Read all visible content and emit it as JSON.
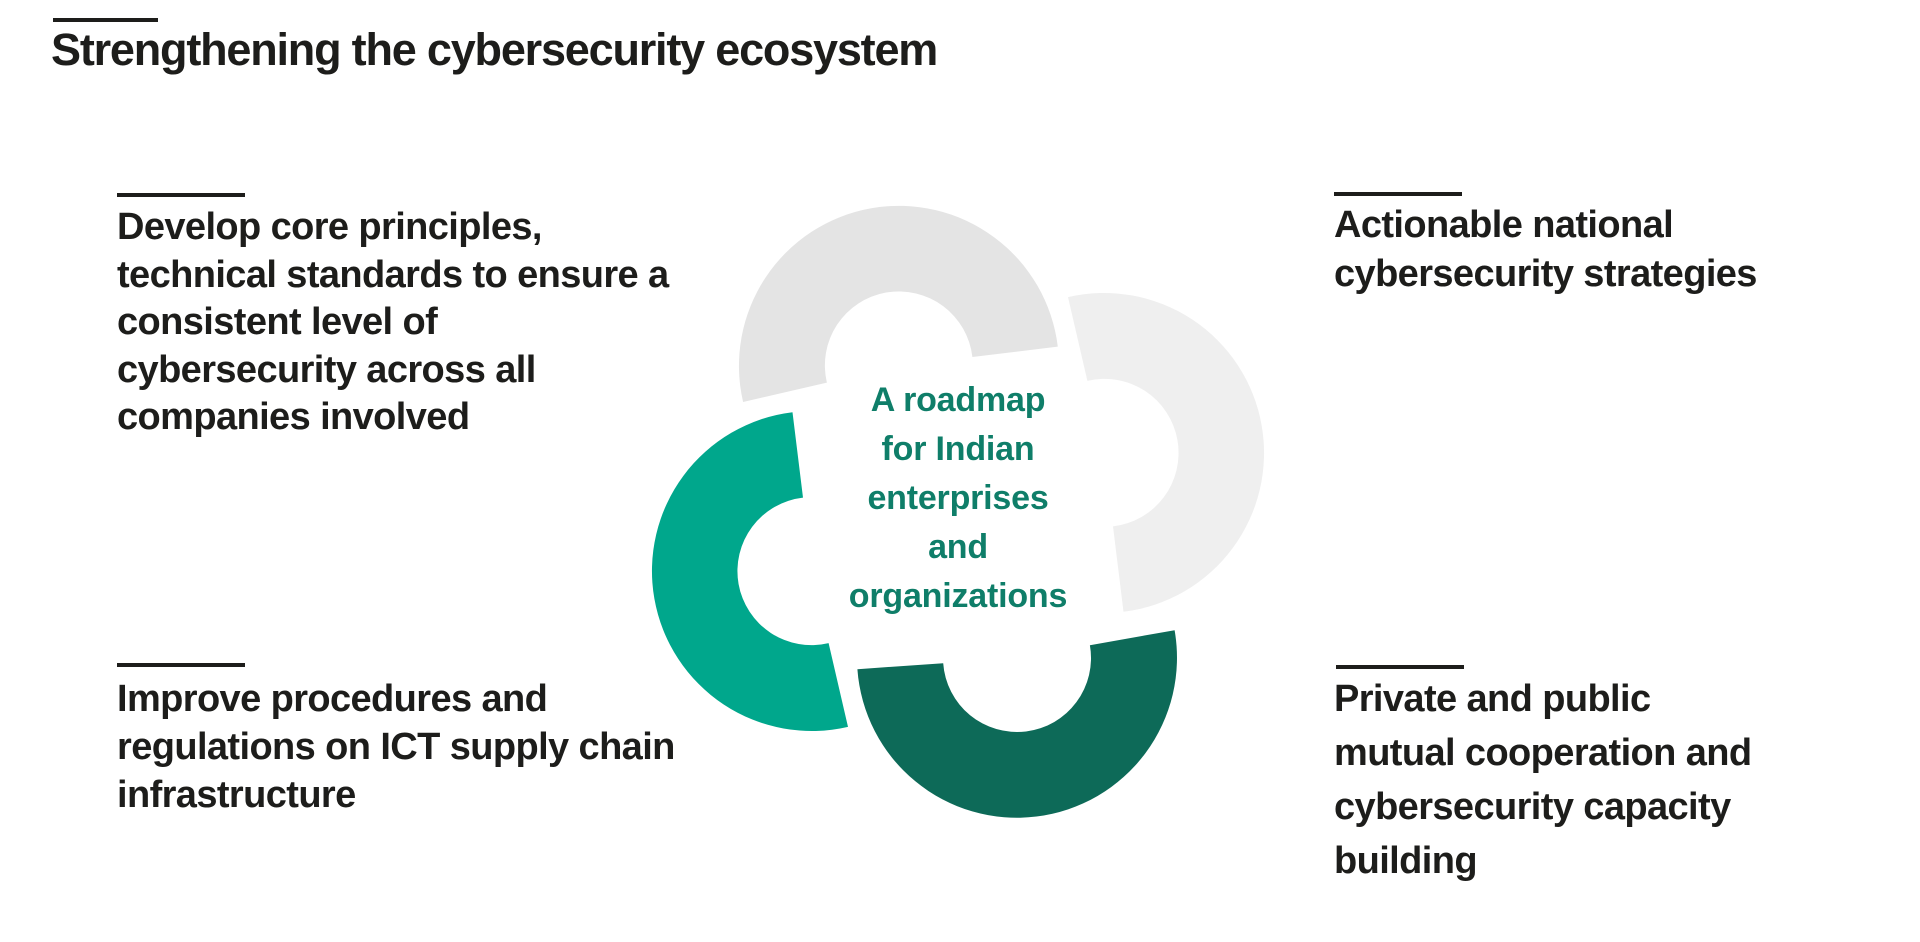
{
  "slide": {
    "title": "Strengthening the cybersecurity ecosystem",
    "background": "#FFFFFF",
    "text_color": "#1D1D1B"
  },
  "diagram": {
    "center_label": {
      "lines": [
        "A roadmap",
        "for Indian",
        "enterprises",
        "and",
        "organizations"
      ],
      "color": "#0F7E69"
    },
    "petals": [
      {
        "name": "top-petal",
        "color": "#E4E4E4"
      },
      {
        "name": "right-petal",
        "color": "#EFEFEF"
      },
      {
        "name": "bottom-petal",
        "color": "#0D6A58"
      },
      {
        "name": "left-petal",
        "color": "#00A78C"
      }
    ]
  },
  "callouts": {
    "top_left": {
      "lines": [
        "Develop core principles,",
        "technical standards to ensure a",
        "consistent level of",
        "cybersecurity across all",
        "companies involved"
      ]
    },
    "top_right": {
      "lines": [
        "Actionable national",
        "cybersecurity strategies"
      ]
    },
    "bottom_left": {
      "lines": [
        "Improve procedures and",
        "regulations on ICT supply chain",
        "infrastructure"
      ]
    },
    "bottom_right": {
      "lines": [
        "Private and public",
        "mutual cooperation and",
        "cybersecurity capacity",
        "building"
      ]
    }
  }
}
